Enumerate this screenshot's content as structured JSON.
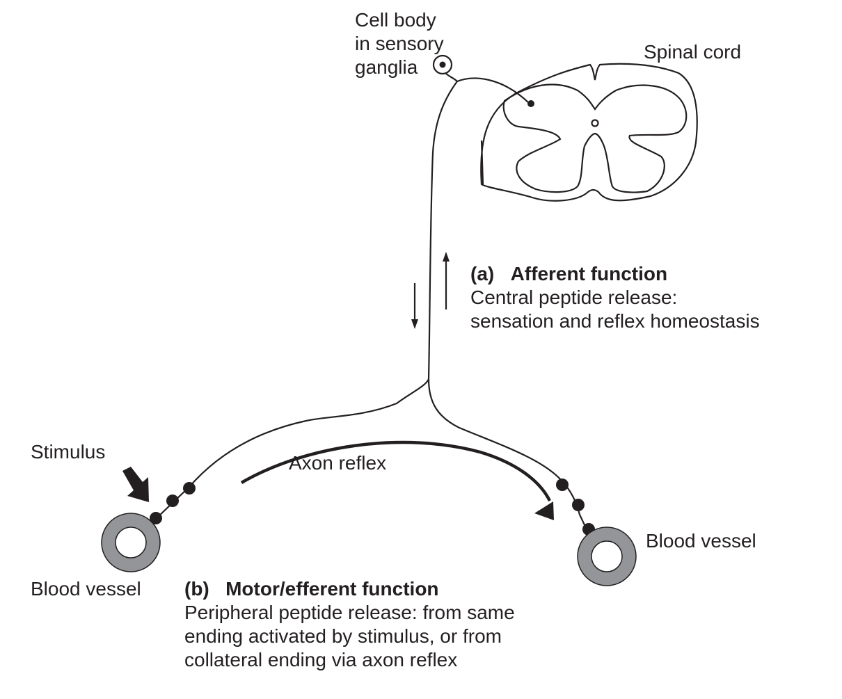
{
  "labels": {
    "cell_body": [
      "Cell body",
      "in sensory",
      "ganglia"
    ],
    "spinal_cord": "Spinal cord",
    "afferent": {
      "tag": "(a)",
      "title": "Afferent function",
      "lines": [
        "Central peptide release:",
        "sensation and reflex homeostasis"
      ]
    },
    "stimulus": "Stimulus",
    "axon_reflex": "Axon reflex",
    "blood_vessel_left": "Blood vessel",
    "blood_vessel_right": "Blood vessel",
    "motor": {
      "tag": "(b)",
      "title": "Motor/efferent function",
      "lines": [
        "Peripheral peptide release: from same",
        "ending activated by stimulus, or from",
        "collateral ending via axon reflex"
      ]
    }
  },
  "colors": {
    "line": "#231f20",
    "vessel_fill": "#939598"
  }
}
